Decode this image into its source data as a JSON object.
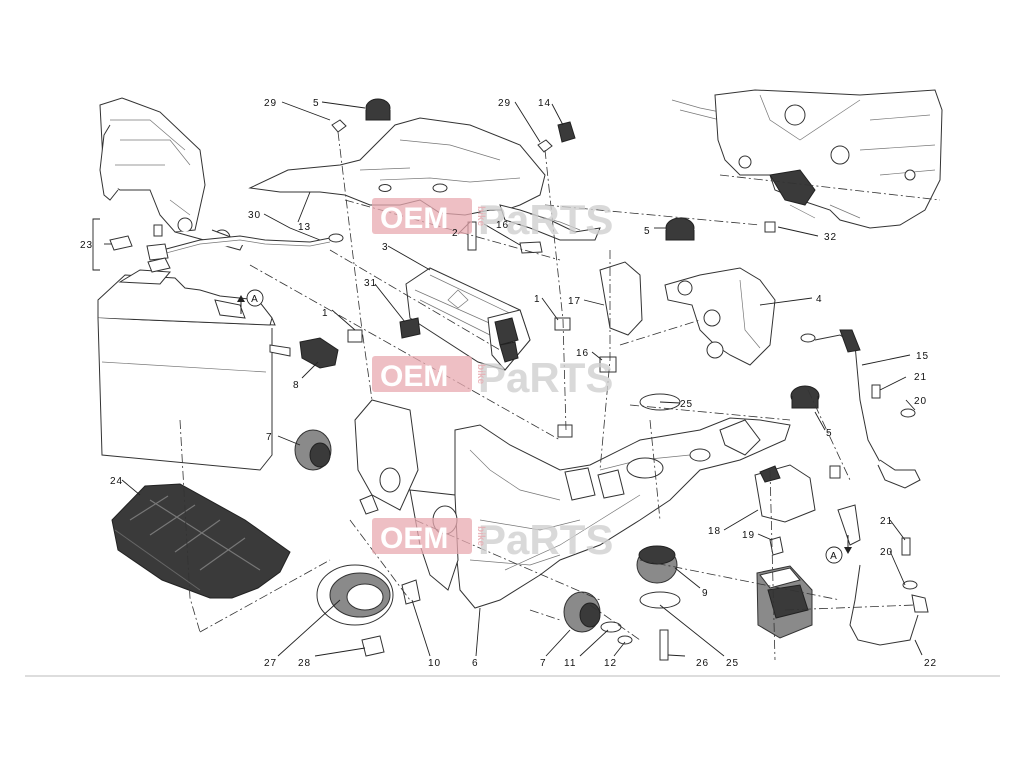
{
  "diagram": {
    "type": "exploded-parts-diagram",
    "callouts": [
      "29",
      "5",
      "29",
      "14",
      "13",
      "16",
      "2",
      "3",
      "30",
      "23",
      "31",
      "1",
      "1",
      "17",
      "5",
      "32",
      "4",
      "16",
      "8",
      "25",
      "15",
      "21",
      "20",
      "7",
      "5",
      "24",
      "18",
      "19",
      "21",
      "20",
      "A",
      "A",
      "27",
      "28",
      "10",
      "6",
      "7",
      "11",
      "12",
      "26",
      "25",
      "9",
      "22"
    ],
    "ref_markers": [
      "A",
      "A"
    ]
  },
  "watermark": {
    "text_a": "OEM",
    "text_b": "bike",
    "text_c": "PaRTS"
  }
}
